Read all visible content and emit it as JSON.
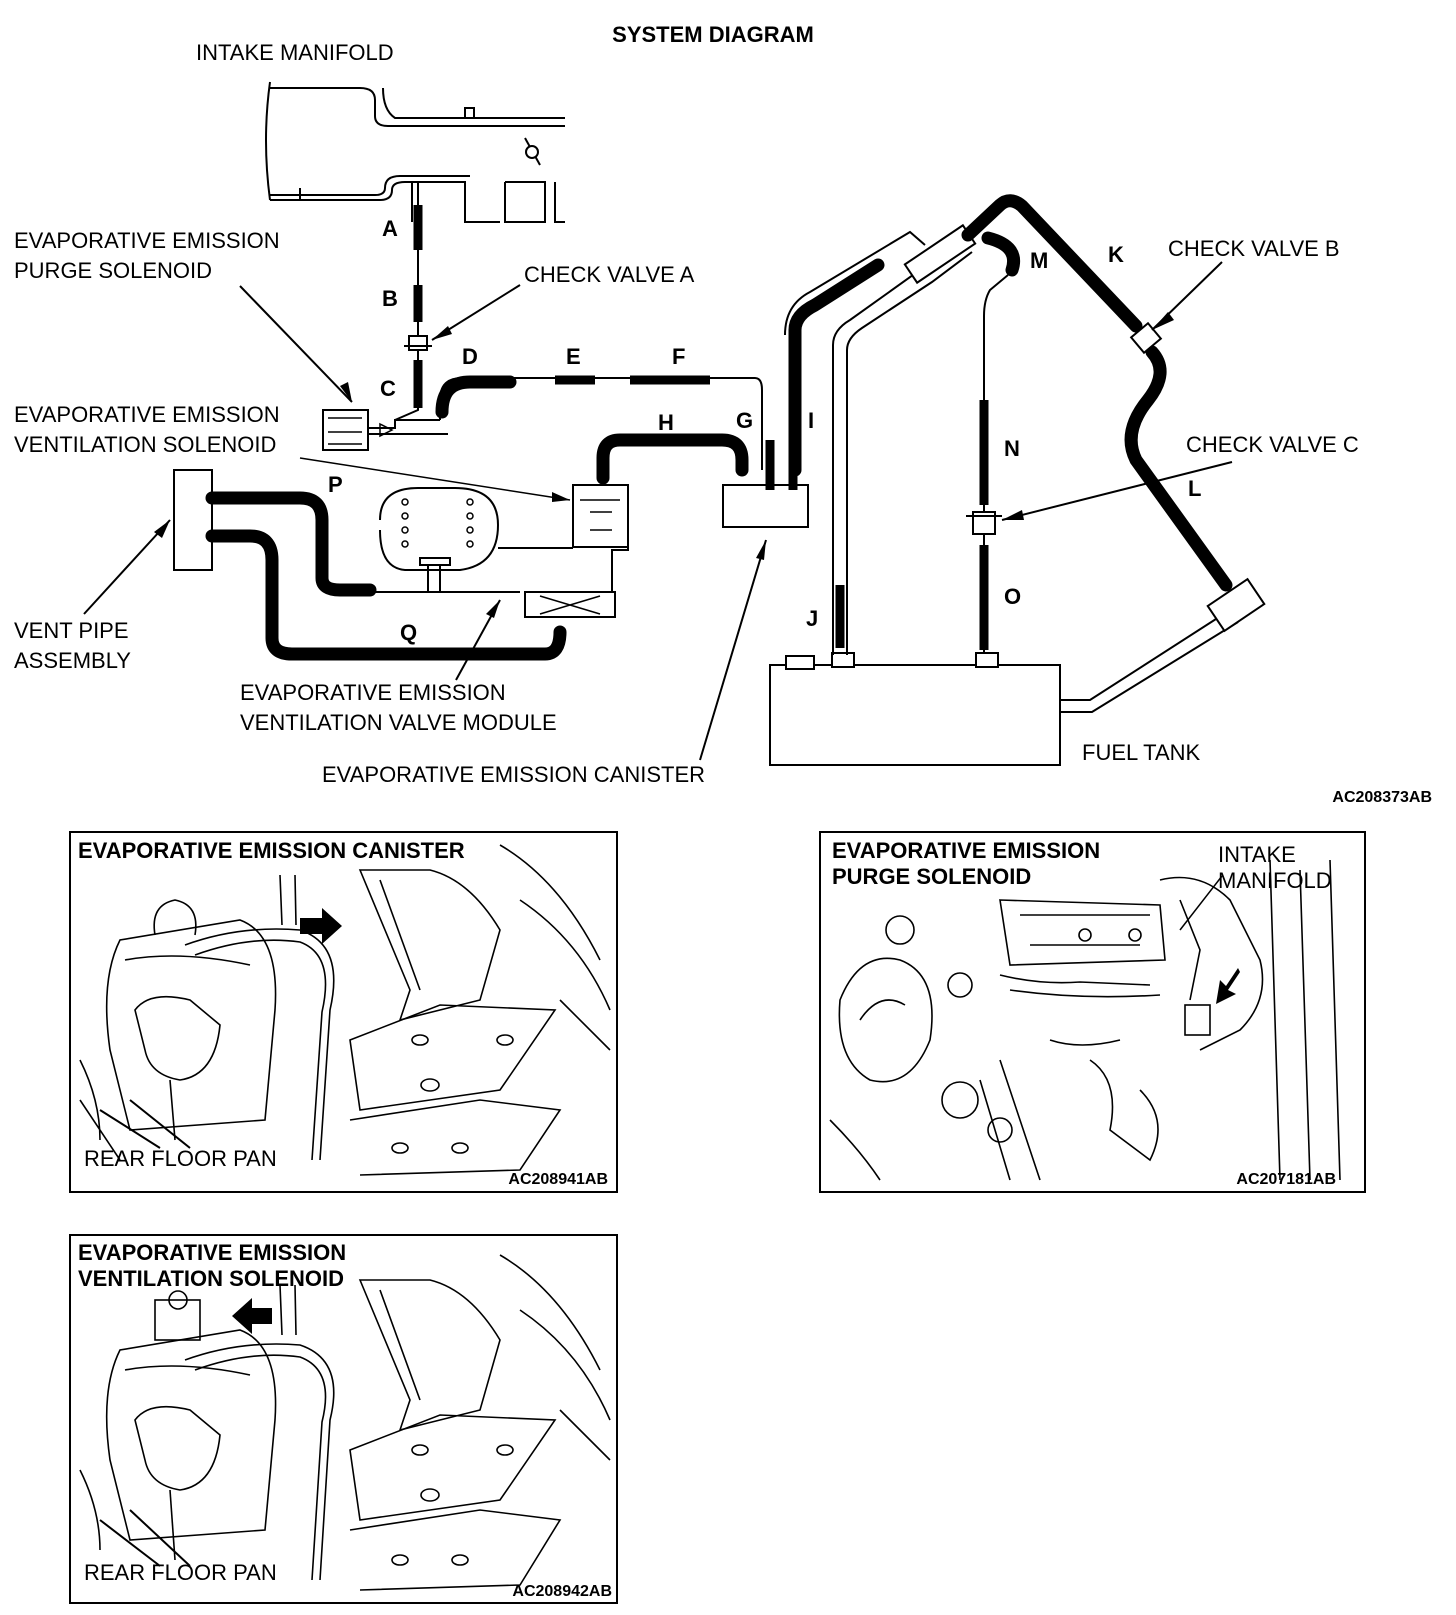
{
  "title": "SYSTEM DIAGRAM",
  "labels": {
    "intake_manifold": "INTAKE MANIFOLD",
    "purge_solenoid_l1": "EVAPORATIVE EMISSION",
    "purge_solenoid_l2": "PURGE SOLENOID",
    "check_valve_a": "CHECK VALVE A",
    "ventilation_solenoid_l1": "EVAPORATIVE EMISSION",
    "ventilation_solenoid_l2": "VENTILATION SOLENOID",
    "vent_pipe_l1": "VENT PIPE",
    "vent_pipe_l2": "ASSEMBLY",
    "valve_module_l1": "EVAPORATIVE EMISSION",
    "valve_module_l2": "VENTILATION VALVE MODULE",
    "canister": "EVAPORATIVE EMISSION CANISTER",
    "check_valve_b": "CHECK VALVE B",
    "check_valve_c": "CHECK VALVE C",
    "fuel_tank": "FUEL TANK"
  },
  "hose_letters": [
    "A",
    "B",
    "C",
    "D",
    "E",
    "F",
    "G",
    "H",
    "I",
    "J",
    "K",
    "L",
    "M",
    "N",
    "O",
    "P",
    "Q"
  ],
  "figure_code": "AC208373AB",
  "panels": [
    {
      "title_l1": "EVAPORATIVE EMISSION CANISTER",
      "title_l2": "",
      "label": "REAR FLOOR PAN",
      "code": "AC208941AB"
    },
    {
      "title_l1": "EVAPORATIVE EMISSION",
      "title_l2": "PURGE SOLENOID",
      "label_l1": "INTAKE",
      "label_l2": "MANIFOLD",
      "code": "AC207181AB"
    },
    {
      "title_l1": "EVAPORATIVE EMISSION",
      "title_l2": "VENTILATION SOLENOID",
      "label": "REAR FLOOR PAN",
      "code": "AC208942AB"
    }
  ]
}
